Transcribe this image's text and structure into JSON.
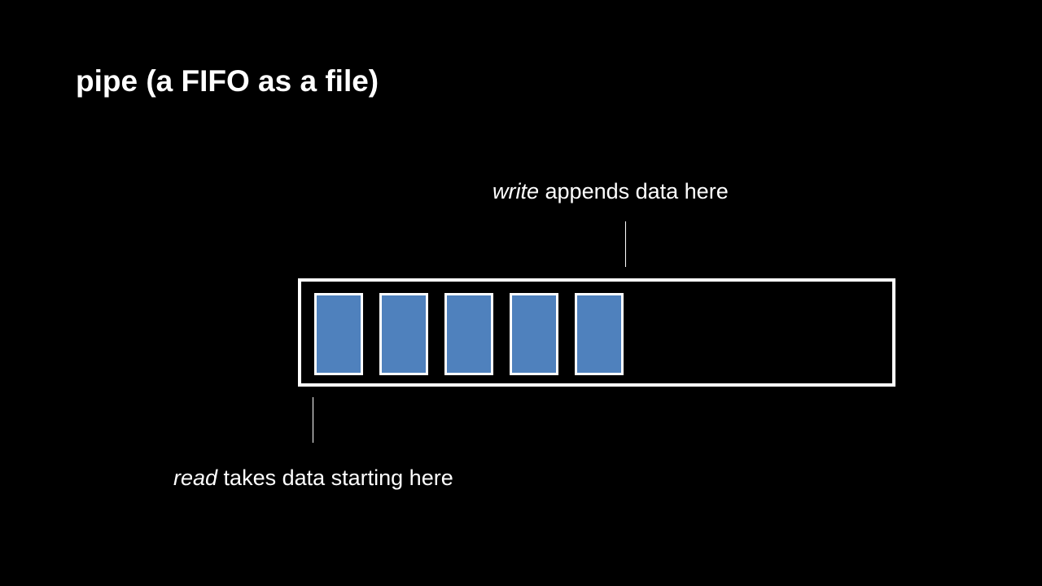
{
  "title": "pipe (a FIFO as a file)",
  "write_caption": {
    "op": "write",
    "rest": " appends data here"
  },
  "read_caption": {
    "op": "read",
    "rest": " takes data starting here"
  },
  "pipe": {
    "block_count": 5,
    "block_color": "#4f81bd",
    "border_color": "#ffffff",
    "background": "#000000"
  }
}
